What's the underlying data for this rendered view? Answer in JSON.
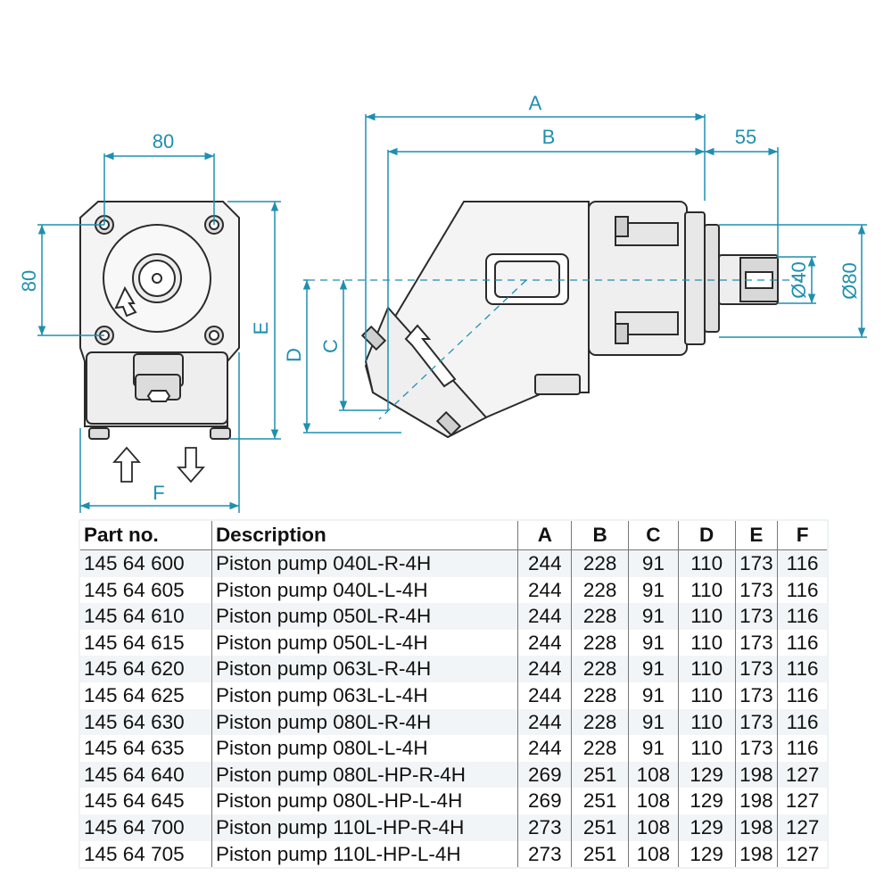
{
  "dimensions": {
    "left_width": "80",
    "left_height": "80",
    "label_E": "E",
    "label_F": "F",
    "label_A": "A",
    "label_B": "B",
    "label_C": "C",
    "label_D": "D",
    "shaft_len": "55",
    "dia_40": "Ø40",
    "dia_80": "Ø80"
  },
  "table": {
    "headers": {
      "part": "Part no.",
      "desc": "Description",
      "a": "A",
      "b": "B",
      "c": "C",
      "d": "D",
      "e": "E",
      "f": "F"
    },
    "rows": [
      {
        "part": "145 64 600",
        "desc": "Piston pump 040L-R-4H",
        "a": "244",
        "b": "228",
        "c": "91",
        "d": "110",
        "e": "173",
        "f": "116"
      },
      {
        "part": "145 64 605",
        "desc": "Piston pump 040L-L-4H",
        "a": "244",
        "b": "228",
        "c": "91",
        "d": "110",
        "e": "173",
        "f": "116"
      },
      {
        "part": "145 64 610",
        "desc": "Piston pump 050L-R-4H",
        "a": "244",
        "b": "228",
        "c": "91",
        "d": "110",
        "e": "173",
        "f": "116"
      },
      {
        "part": "145 64 615",
        "desc": "Piston pump 050L-L-4H",
        "a": "244",
        "b": "228",
        "c": "91",
        "d": "110",
        "e": "173",
        "f": "116"
      },
      {
        "part": "145 64 620",
        "desc": "Piston pump 063L-R-4H",
        "a": "244",
        "b": "228",
        "c": "91",
        "d": "110",
        "e": "173",
        "f": "116"
      },
      {
        "part": "145 64 625",
        "desc": "Piston pump 063L-L-4H",
        "a": "244",
        "b": "228",
        "c": "91",
        "d": "110",
        "e": "173",
        "f": "116"
      },
      {
        "part": "145 64 630",
        "desc": "Piston pump 080L-R-4H",
        "a": "244",
        "b": "228",
        "c": "91",
        "d": "110",
        "e": "173",
        "f": "116"
      },
      {
        "part": "145 64 635",
        "desc": "Piston pump 080L-L-4H",
        "a": "244",
        "b": "228",
        "c": "91",
        "d": "110",
        "e": "173",
        "f": "116"
      },
      {
        "part": "145 64 640",
        "desc": "Piston pump 080L-HP-R-4H",
        "a": "269",
        "b": "251",
        "c": "108",
        "d": "129",
        "e": "198",
        "f": "127"
      },
      {
        "part": "145 64 645",
        "desc": "Piston pump 080L-HP-L-4H",
        "a": "269",
        "b": "251",
        "c": "108",
        "d": "129",
        "e": "198",
        "f": "127"
      },
      {
        "part": "145 64 700",
        "desc": "Piston pump 110L-HP-R-4H",
        "a": "273",
        "b": "251",
        "c": "108",
        "d": "129",
        "e": "198",
        "f": "127"
      },
      {
        "part": "145 64 705",
        "desc": "Piston pump 110L-HP-L-4H",
        "a": "273",
        "b": "251",
        "c": "108",
        "d": "129",
        "e": "198",
        "f": "127"
      }
    ]
  },
  "colors": {
    "dimension": "#1f8fb0",
    "body": "#2b2b2b",
    "body_fill": "#f4f4f4"
  }
}
